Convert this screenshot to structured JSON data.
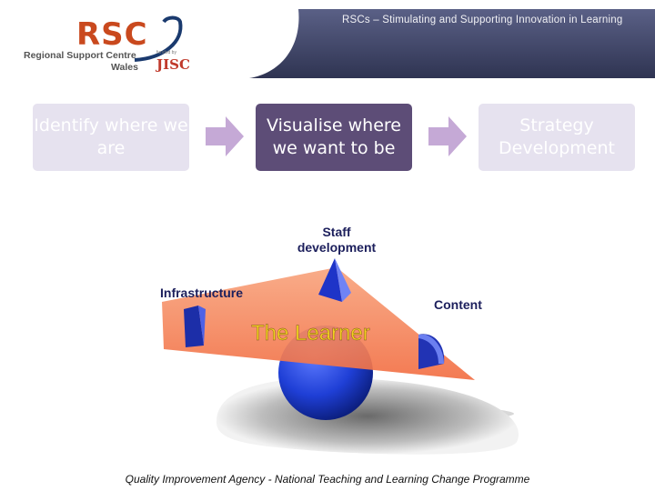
{
  "logo": {
    "name": "RSC",
    "subtitle": "Regional Support Centre",
    "region": "Wales",
    "funded_by": "funded by",
    "partner": "JISC",
    "brand_color": "#c9491e"
  },
  "banner": {
    "text": "RSCs – Stimulating and Supporting Innovation in Learning",
    "color": "#3f4566"
  },
  "steps": [
    {
      "label": "Identify where we are",
      "state": "inactive"
    },
    {
      "label": "Visualise where we want to be",
      "state": "active"
    },
    {
      "label": "Strategy Development",
      "state": "inactive"
    }
  ],
  "diagram": {
    "labels": {
      "staff": "Staff development",
      "infrastructure": "Infrastructure",
      "content": "Content",
      "learner": "The Learner"
    },
    "colors": {
      "plank": "#f5895f",
      "ball": "#1f3fd6",
      "learner_text": "#f2d21f"
    }
  },
  "footer": "Quality Improvement Agency - National Teaching and Learning Change Programme"
}
